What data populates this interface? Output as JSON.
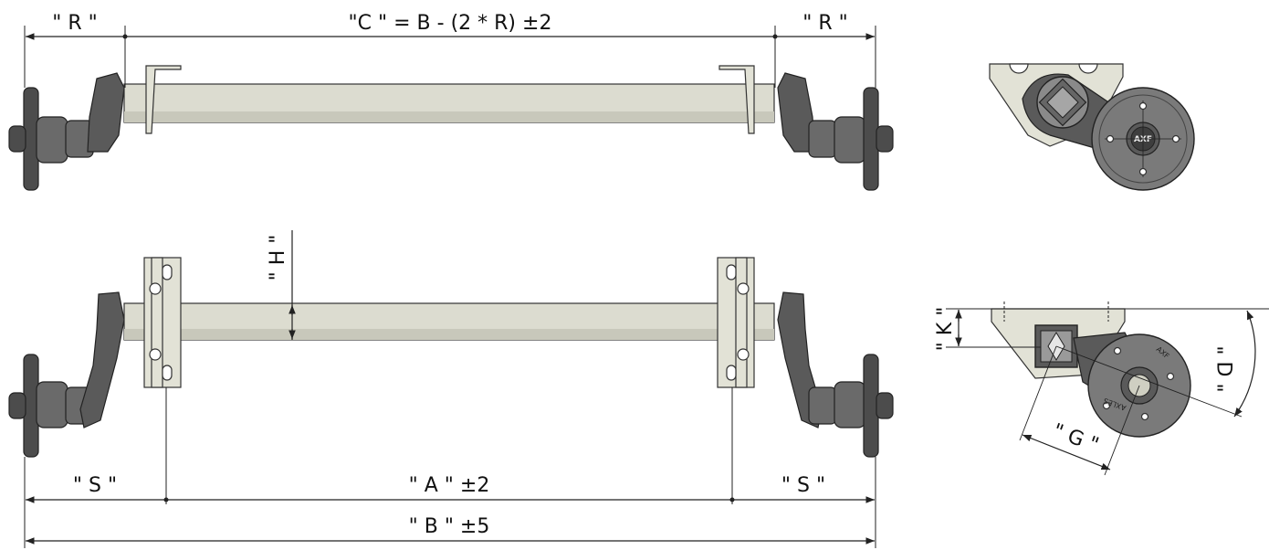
{
  "labels": {
    "r_left": "\" R \"",
    "c_formula": "\"C \" = B - (2 * R) ±2",
    "r_right": "\" R \"",
    "h": "\" H \"",
    "k": "\" K \"",
    "d": "\" D \"",
    "g": "\" G \"",
    "s_left": "\" S \"",
    "a": "\" A \" ±2",
    "s_right": "\" S \"",
    "b": "\" B \" ±5"
  },
  "logos": {
    "hub_logo": "AXF",
    "rotated_logo": "AXF",
    "axles_text": "AXLES"
  },
  "colors": {
    "beam": "#dcdcd0",
    "hub": "#6a6a6a",
    "line": "#222222"
  }
}
